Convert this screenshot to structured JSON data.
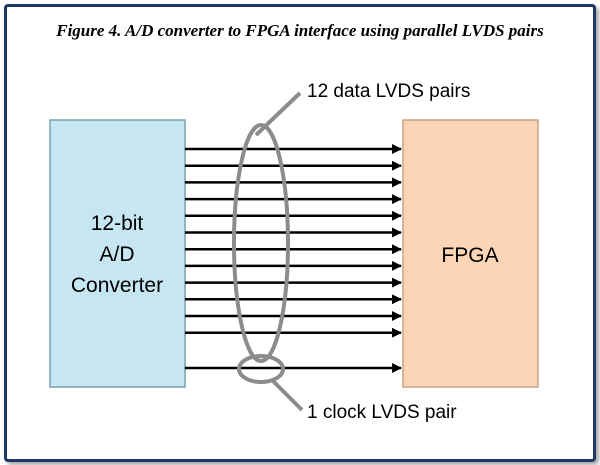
{
  "caption": "Figure 4. A/D converter to FPGA interface using parallel LVDS pairs",
  "adc_block": {
    "lines": [
      "12-bit",
      "A/D",
      "Converter"
    ],
    "fill": "#c6e6f1",
    "stroke": "#7aa0ad"
  },
  "fpga_block": {
    "label": "FPGA",
    "fill": "#fbd5b5",
    "stroke": "#c8a484"
  },
  "data_lines": {
    "count": 12,
    "label": "12 data LVDS pairs"
  },
  "clock_line": {
    "count": 1,
    "label": "1 clock LVDS pair"
  },
  "colors": {
    "frame": "#1f3864",
    "lines": "#000000",
    "ellipse": "#8c8c8c"
  }
}
